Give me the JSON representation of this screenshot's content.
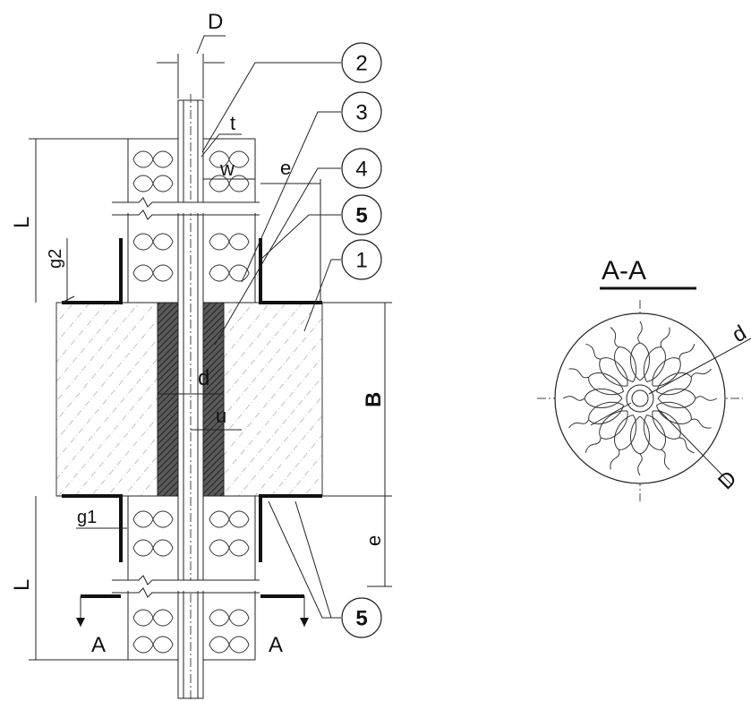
{
  "labels": {
    "D_top": "D",
    "t": "t",
    "w": "w",
    "e_top": "e",
    "L_top": "L",
    "g2": "g2",
    "d_center": "d",
    "u": "u",
    "B": "B",
    "e_bottom": "e",
    "g1": "g1",
    "L_bottom": "L",
    "A_left": "A",
    "A_right": "A",
    "section_title": "A-A",
    "section_d": "d",
    "section_D": "D"
  },
  "callouts": [
    {
      "number": "2",
      "bold": false
    },
    {
      "number": "3",
      "bold": false
    },
    {
      "number": "4",
      "bold": false
    },
    {
      "number": "5",
      "bold": true
    },
    {
      "number": "1",
      "bold": false
    },
    {
      "number": "5",
      "bold": true
    }
  ]
}
